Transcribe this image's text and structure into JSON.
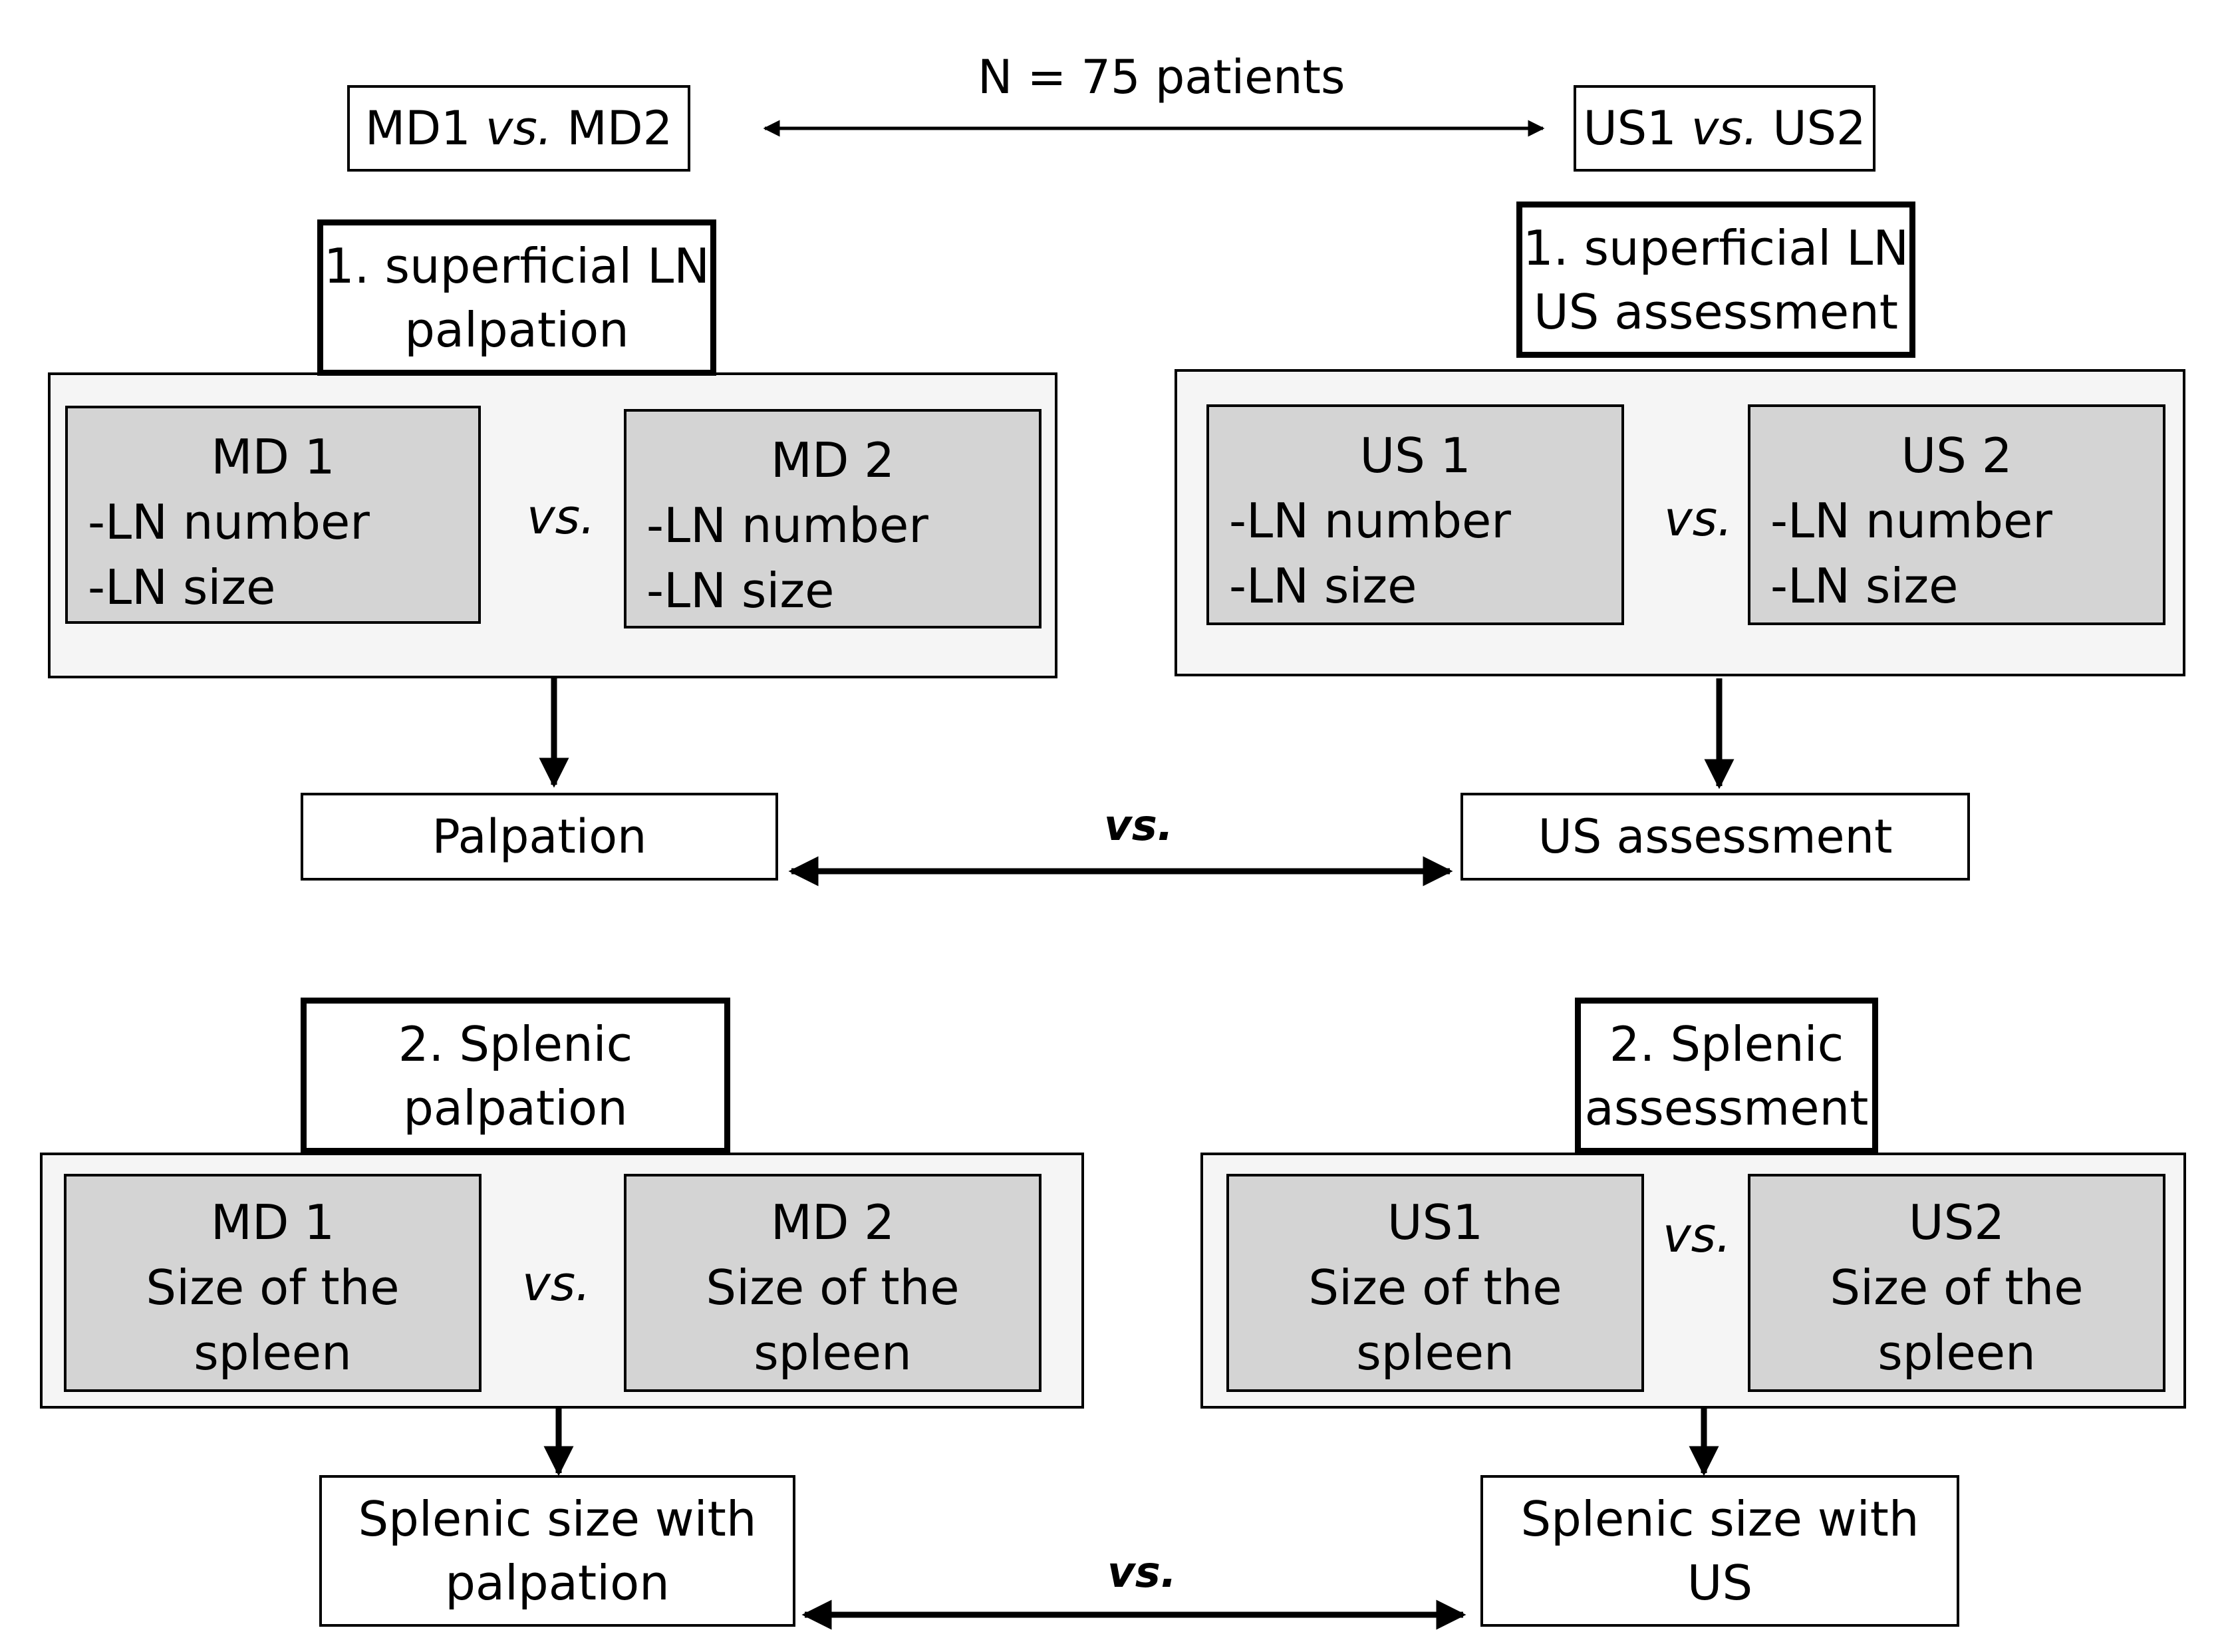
{
  "top": {
    "n_label": "N = 75 patients",
    "left_compare": {
      "a": "MD1 ",
      "vs": "vs.",
      "b": " MD2"
    },
    "right_compare": {
      "a": "US1 ",
      "vs": "vs.",
      "b": " US2"
    }
  },
  "section1": {
    "left_title": [
      "1. superficial LN",
      "palpation"
    ],
    "right_title": [
      "1. superficial LN",
      "US assessment"
    ],
    "md1": {
      "title": "MD 1",
      "lines": [
        "-LN number",
        "-LN size"
      ]
    },
    "md2": {
      "title": "MD 2",
      "lines": [
        "-LN number",
        "-LN size"
      ]
    },
    "us1": {
      "title": "US 1",
      "lines": [
        "-LN number",
        "-LN size"
      ]
    },
    "us2": {
      "title": "US 2",
      "lines": [
        "-LN number",
        "-LN size"
      ]
    },
    "vs": "vs.",
    "left_result": "Palpation",
    "right_result": "US assessment",
    "result_vs": "vs."
  },
  "section2": {
    "left_title": [
      "2. Splenic",
      "palpation"
    ],
    "right_title": [
      "2. Splenic",
      "assessment"
    ],
    "md1": {
      "title": "MD 1",
      "lines": [
        "Size of the",
        "spleen"
      ]
    },
    "md2": {
      "title": "MD 2",
      "lines": [
        "Size of the",
        "spleen"
      ]
    },
    "us1": {
      "title": "US1",
      "lines": [
        "Size of the",
        "spleen"
      ]
    },
    "us2": {
      "title": "US2",
      "lines": [
        "Size of the",
        "spleen"
      ]
    },
    "vs": "vs.",
    "left_result": [
      "Splenic size with",
      "palpation"
    ],
    "right_result": [
      "Splenic size with",
      "US"
    ],
    "result_vs": "vs."
  }
}
